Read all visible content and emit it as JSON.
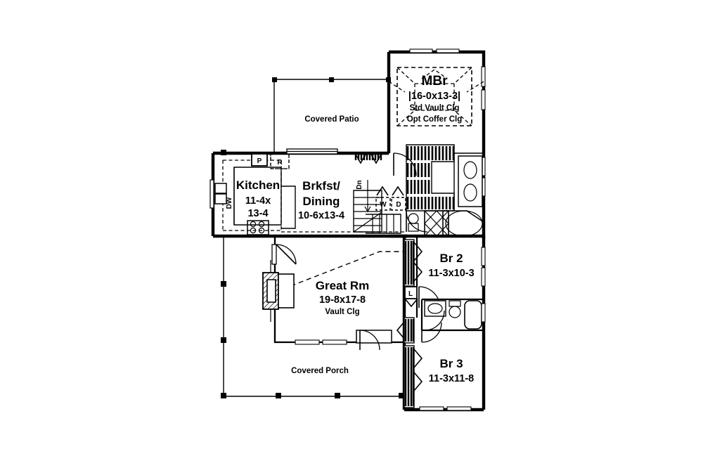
{
  "document": {
    "type": "architectural-floor-plan",
    "background_color": "#ffffff",
    "line_color": "#000000"
  },
  "rooms": {
    "master_bedroom": {
      "name": "MBr",
      "dimensions": "|16-0x13-3|",
      "note_1": "Std Vault Clg",
      "note_2": "Opt Coffer Clg"
    },
    "kitchen": {
      "name": "Kitchen",
      "dim_line_1": "11-4x",
      "dim_line_2": "13-4"
    },
    "breakfast_dining": {
      "name_line_1": "Brkfst/",
      "name_line_2": "Dining",
      "dimensions": "10-6x13-4"
    },
    "great_room": {
      "name": "Great Rm",
      "dimensions": "19-8x17-8",
      "note": "Vault Clg"
    },
    "bedroom_2": {
      "name": "Br 2",
      "dimensions": "11-3x10-3"
    },
    "bedroom_3": {
      "name": "Br 3",
      "dimensions": "11-3x11-8"
    },
    "covered_patio": {
      "name": "Covered Patio"
    },
    "covered_porch": {
      "name": "Covered Porch"
    }
  },
  "fixture_labels": {
    "pantry": "P",
    "refrigerator": "R",
    "dishwasher": "DW",
    "washer": "W",
    "dryer": "D",
    "linen": "L",
    "stairs_down": "Dn"
  }
}
